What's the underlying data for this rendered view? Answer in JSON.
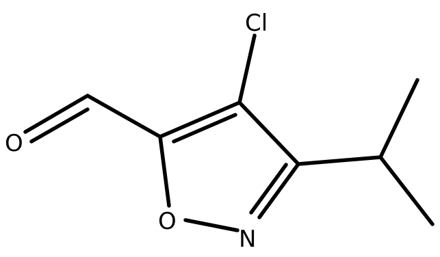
{
  "atoms": {
    "cl": "Cl",
    "o_carbonyl": "O",
    "o_ring": "O",
    "n_ring": "N"
  }
}
